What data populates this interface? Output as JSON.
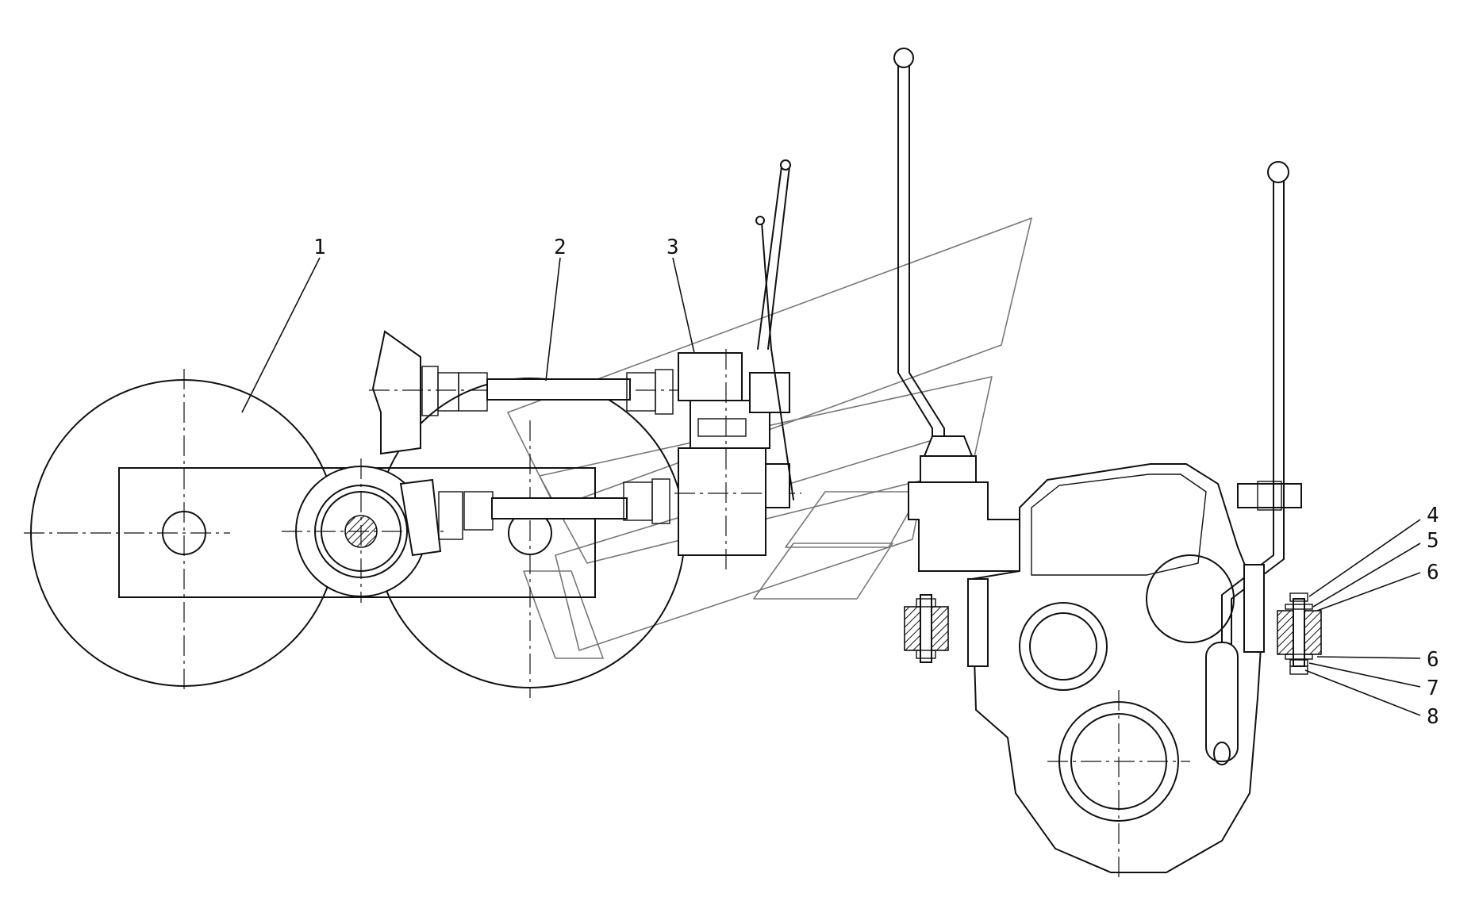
{
  "diagram": {
    "callouts": [
      {
        "id": "1",
        "label": "1"
      },
      {
        "id": "2",
        "label": "2"
      },
      {
        "id": "3",
        "label": "3"
      },
      {
        "id": "4",
        "label": "4"
      },
      {
        "id": "5",
        "label": "5"
      },
      {
        "id": "6a",
        "label": "6"
      },
      {
        "id": "6b",
        "label": "6"
      },
      {
        "id": "7",
        "label": "7"
      },
      {
        "id": "8",
        "label": "8"
      }
    ]
  },
  "colors": {
    "line": "#111111",
    "background": "#ffffff",
    "watermark": "#777777"
  }
}
